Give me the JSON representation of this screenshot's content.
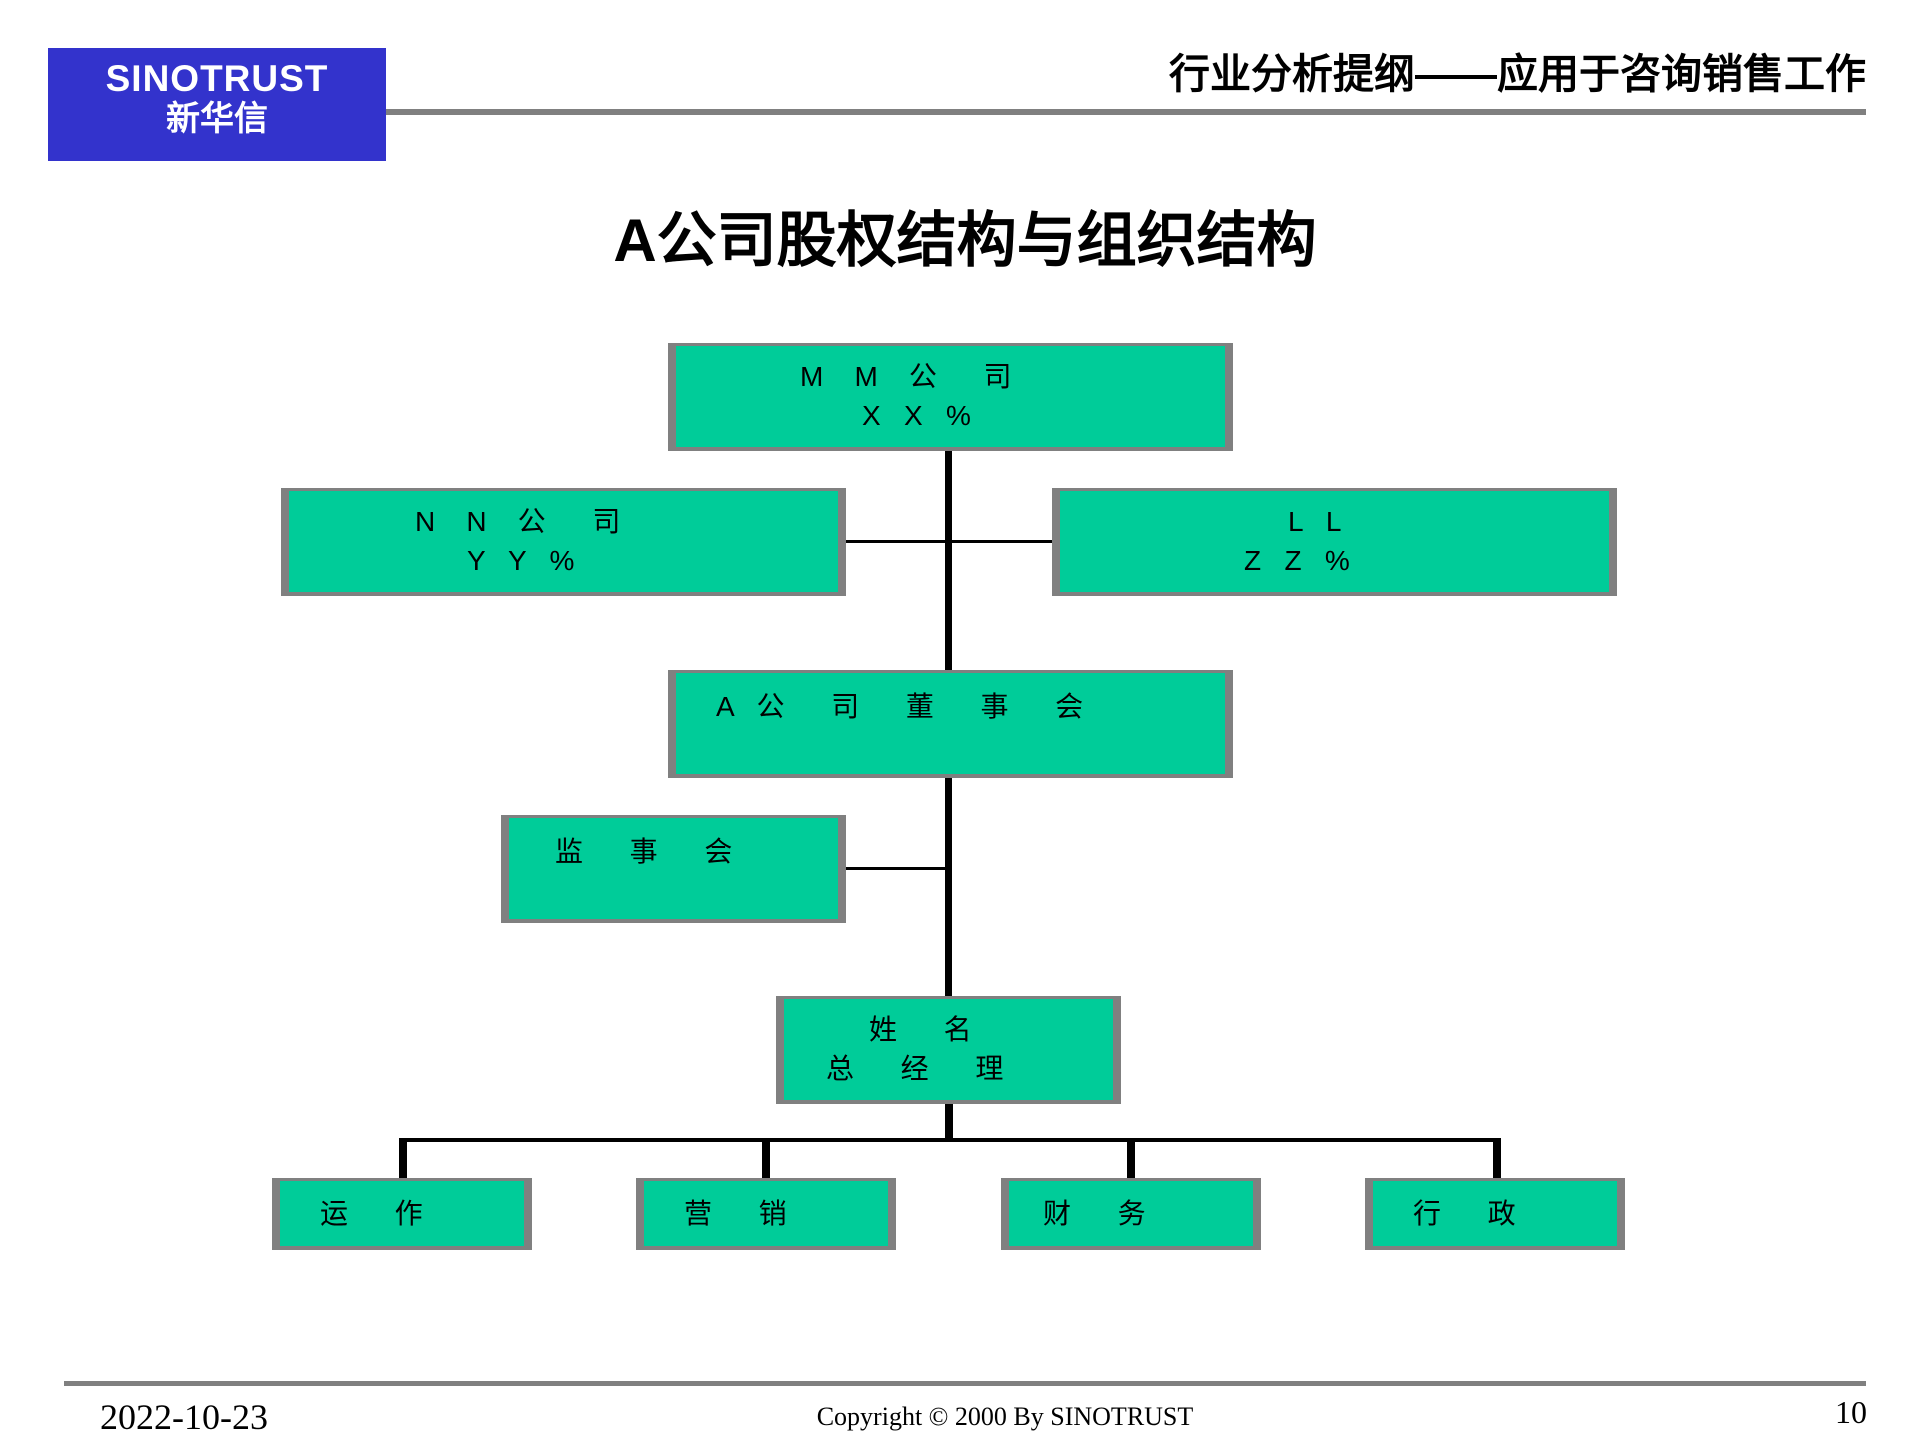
{
  "header": {
    "logo_en": "SINOTRUST",
    "logo_cn": "新华信",
    "logo_color": "#3333CC",
    "title": "行业分析提纲——应用于咨询销售工作"
  },
  "slide": {
    "title": "A公司股权结构与组织结构"
  },
  "org_chart": {
    "box_color": "#00CC99",
    "border_color": "#808080",
    "shareholders": {
      "mm": {
        "line1": "M    M    公      司",
        "line2": "X   X   %"
      },
      "nn": {
        "line1": "N    N    公      司",
        "line2": "Y   Y   %"
      },
      "ll": {
        "line1": "L   L",
        "line2": "Z   Z   %"
      }
    },
    "board": {
      "label": "A   公      司      董      事      会"
    },
    "supervisors": {
      "label": "监      事      会"
    },
    "general_manager": {
      "line1": "姓      名",
      "line2": "总      经      理"
    },
    "departments": [
      {
        "label": "运      作"
      },
      {
        "label": "营      销"
      },
      {
        "label": "财      务"
      },
      {
        "label": "行      政"
      }
    ]
  },
  "footer": {
    "date": "2022-10-23",
    "copyright": "Copyright © 2000 By SINOTRUST",
    "page": "10"
  }
}
